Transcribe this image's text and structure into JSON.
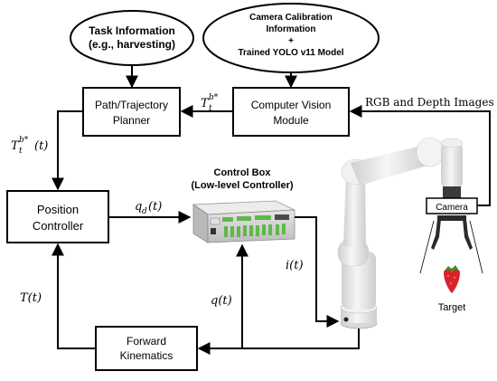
{
  "nodes": {
    "task_info": {
      "line1": "Task Information",
      "line2": "(e.g., harvesting)"
    },
    "camera_calib": {
      "line1": "Camera Calibration",
      "line2": "Information",
      "line3": "+",
      "line4": "Trained YOLO v11 Model"
    },
    "path_planner": {
      "line1": "Path/Trajectory",
      "line2": "Planner"
    },
    "cv_module": {
      "line1": "Computer Vision",
      "line2": "Module"
    },
    "position_controller": {
      "line1": "Position",
      "line2": "Controller"
    },
    "control_box": {
      "line1": "Control Box",
      "line2": "(Low-level Controller)"
    },
    "forward_kinematics": {
      "line1": "Forward",
      "line2": "Kinematics"
    },
    "camera": {
      "label": "Camera"
    },
    "target": {
      "label": "Target"
    }
  },
  "signals": {
    "rgb_depth": "RGB and Depth Images",
    "tt_bstar": {
      "base": "T",
      "sup": "b*",
      "sub": "t"
    },
    "tt_bstar_t": {
      "base": "T",
      "sup": "b*",
      "sub": "t",
      "suffix": "(t)"
    },
    "qd_t": {
      "base": "q",
      "sub": "d",
      "suffix": "(t)"
    },
    "i_t": "i(t)",
    "q_t": "q(t)",
    "T_t": "T(t)"
  },
  "colors": {
    "line": "#000000",
    "robot_body": "#e9e9e9",
    "robot_shade": "#c8c8c8",
    "control_box_body": "#d6d6d6",
    "connector_green": "#5fb84a",
    "strawberry": "#d8232a",
    "strawberry_leaf": "#3f8f2e"
  }
}
